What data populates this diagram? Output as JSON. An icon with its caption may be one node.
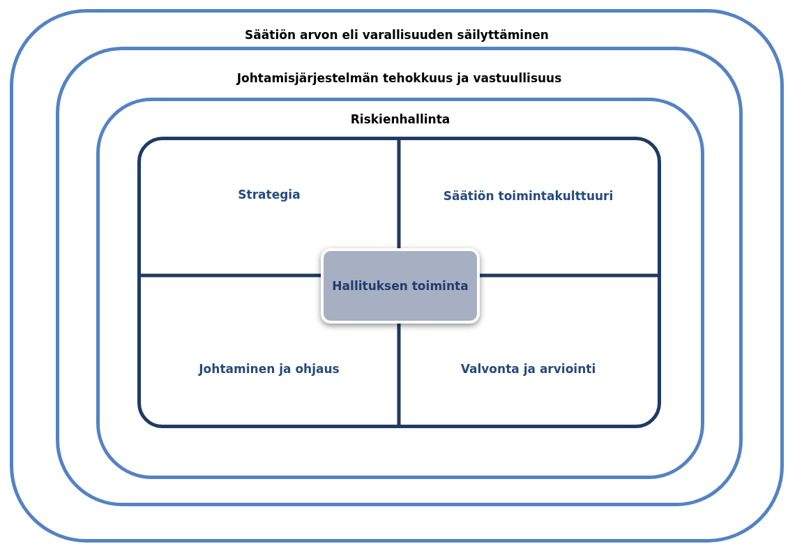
{
  "diagram": {
    "nodes": [
      {
        "text": [
          "Säätiön arvon eli varallisuuden säilyttäminen"
        ]
      },
      {
        "text": [
          "Johtamisjärjestelmän tehokkuus ja vastuullisuus"
        ],
        "in": 0
      },
      {
        "text": [
          "Riskienhallinta"
        ],
        "in": 1
      },
      {
        "text": [],
        "shape": "box",
        "in": 2
      },
      {
        "text": [
          "Strategia"
        ],
        "in": 3
      },
      {
        "text": [
          "Säätiön toimintakulttuuri"
        ],
        "in": 3
      },
      {
        "text": [
          "Johtaminen ja ohjaus"
        ],
        "in": 3
      },
      {
        "text": [
          "Valvonta ja arviointi"
        ],
        "in": 3
      },
      {
        "text": [
          "Hallituksen toiminta"
        ],
        "in": 3
      }
    ],
    "edges": []
  }
}
